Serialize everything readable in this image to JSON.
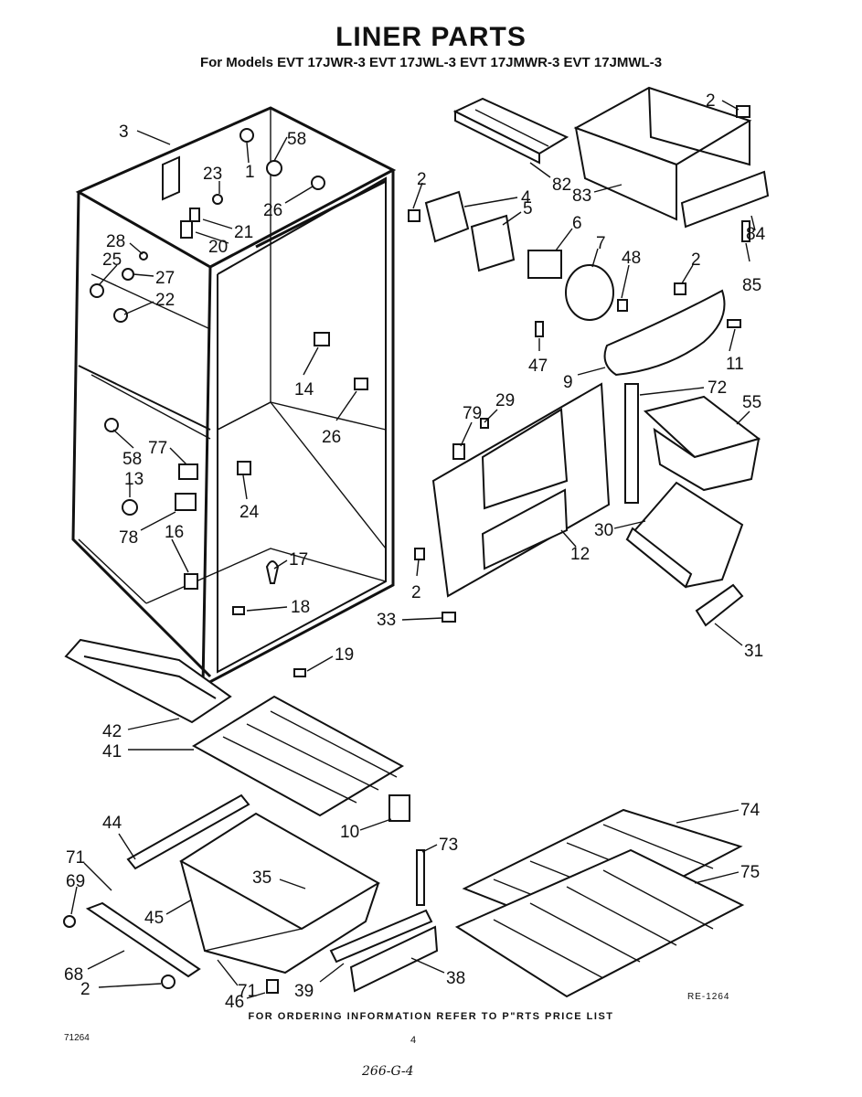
{
  "title": "LINER PARTS",
  "subtitle": "For Models EVT 17JWR-3 EVT 17JWL-3 EVT 17JMWR-3 EVT 17JMWL-3",
  "footer_note": "FOR ORDERING INFORMATION REFER TO P\"RTS PRICE LIST",
  "drawing_code": "RE-1264",
  "page_code": "71264",
  "page_number": "4",
  "handwritten_note": "266-G-4",
  "callouts": [
    "3",
    "58",
    "23",
    "1",
    "26",
    "21",
    "20",
    "28",
    "25",
    "27",
    "22",
    "14",
    "26",
    "58",
    "77",
    "13",
    "24",
    "78",
    "16",
    "17",
    "18",
    "19",
    "2",
    "4",
    "5",
    "6",
    "7",
    "48",
    "82",
    "83",
    "2",
    "84",
    "85",
    "2",
    "47",
    "11",
    "9",
    "72",
    "55",
    "79",
    "29",
    "30",
    "12",
    "2",
    "33",
    "31",
    "42",
    "41",
    "10",
    "44",
    "73",
    "74",
    "71",
    "69",
    "35",
    "45",
    "75",
    "68",
    "2",
    "71",
    "46",
    "39",
    "38"
  ]
}
